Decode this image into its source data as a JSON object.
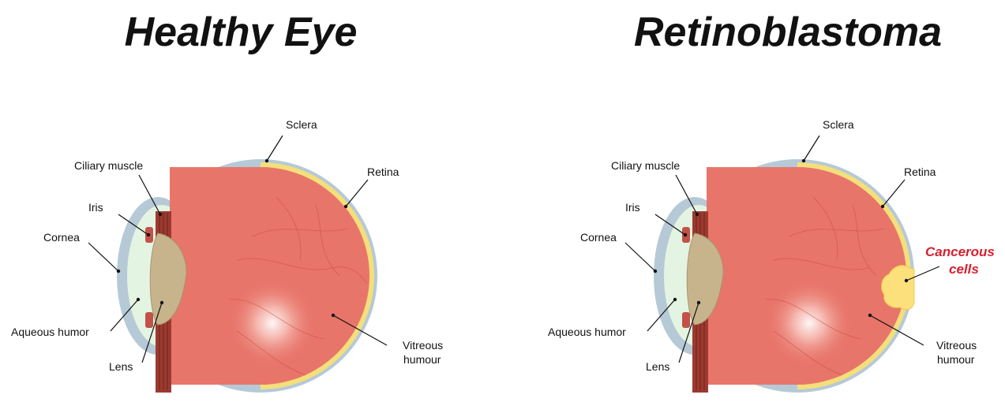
{
  "titles": {
    "healthy": "Healthy Eye",
    "retinoblastoma": "Retinoblastoma"
  },
  "healthy_labels": {
    "sclera": "Sclera",
    "retina": "Retina",
    "ciliary_muscle": "Ciliary muscle",
    "iris": "Iris",
    "cornea": "Cornea",
    "aqueous_humor": "Aqueous humor",
    "lens": "Lens",
    "vitreous_1": "Vitreous",
    "vitreous_2": "humour"
  },
  "retino_labels": {
    "sclera": "Sclera",
    "retina": "Retina",
    "ciliary_muscle": "Ciliary muscle",
    "iris": "Iris",
    "cornea": "Cornea",
    "aqueous_humor": "Aqueous humor",
    "lens": "Lens",
    "vitreous_1": "Vitreous",
    "vitreous_2": "humour",
    "cancer_1": "Cancerous",
    "cancer_2": "cells"
  },
  "colors": {
    "sclera": "#b6c9d6",
    "retina": "#f4df7a",
    "vitreous": "#e8756a",
    "lens": "#c8b48c",
    "cornea": "#e4f4e2",
    "ciliary": "#9c3a30",
    "cancer": "#fbe07c",
    "cancer_label": "#d6202e"
  }
}
